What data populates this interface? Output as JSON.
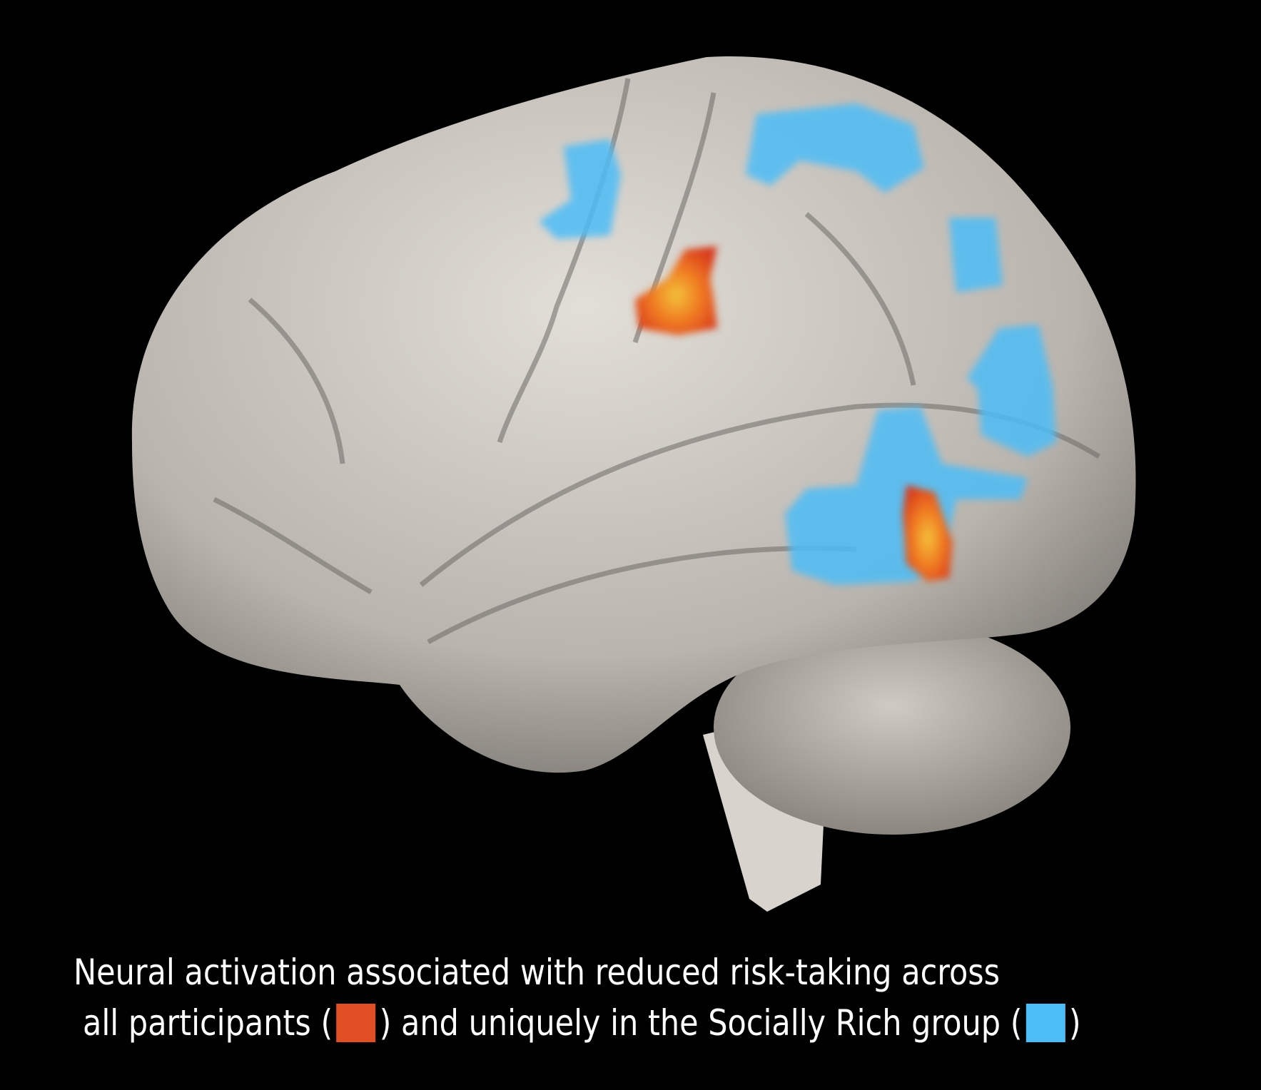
{
  "caption": {
    "line1": "Neural activation associated with reduced risk-taking across",
    "line2_part1": "all participants (",
    "line2_part2": ") and uniquely in the Socially Rich group (",
    "line2_part3": ")"
  },
  "legend": [
    {
      "label": "all participants",
      "color": "#e04e26"
    },
    {
      "label": "Socially Rich group",
      "color": "#4dbdf7"
    }
  ],
  "colors": {
    "background": "#000000",
    "brain": "#c9c4bd",
    "text": "#ffffff"
  }
}
